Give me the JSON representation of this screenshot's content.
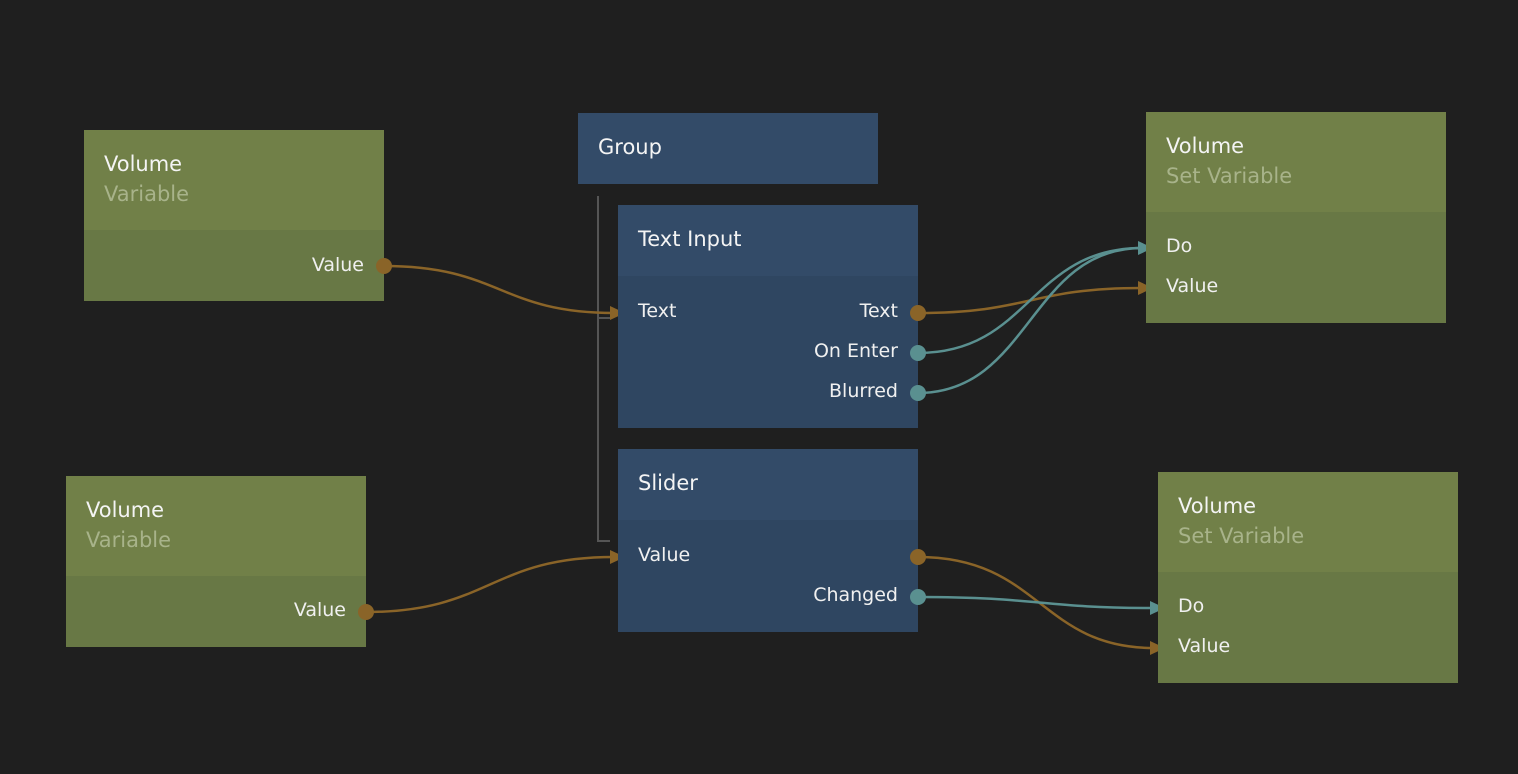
{
  "colors": {
    "background": "#1f1f1f",
    "variable_header": "#718048",
    "variable_body": "#687845",
    "visual_header": "#334b68",
    "visual_body": "#2f4661",
    "value_wire": "#8a6428",
    "signal_wire": "#5a9090"
  },
  "nodes": {
    "var1": {
      "title": "Volume",
      "type": "Variable",
      "outputs": [
        "Value"
      ]
    },
    "var2": {
      "title": "Volume",
      "type": "Variable",
      "outputs": [
        "Value"
      ]
    },
    "group": {
      "title": "Group"
    },
    "text_input": {
      "title": "Text Input",
      "inputs": [
        "Text"
      ],
      "outputs": [
        "Text",
        "On Enter",
        "Blurred"
      ]
    },
    "slider": {
      "title": "Slider",
      "inputs": [
        "Value"
      ],
      "outputs": [
        "Value",
        "Changed"
      ]
    },
    "set1": {
      "title": "Volume",
      "type": "Set Variable",
      "inputs": [
        "Do",
        "Value"
      ]
    },
    "set2": {
      "title": "Volume",
      "type": "Set Variable",
      "inputs": [
        "Do",
        "Value"
      ]
    }
  }
}
